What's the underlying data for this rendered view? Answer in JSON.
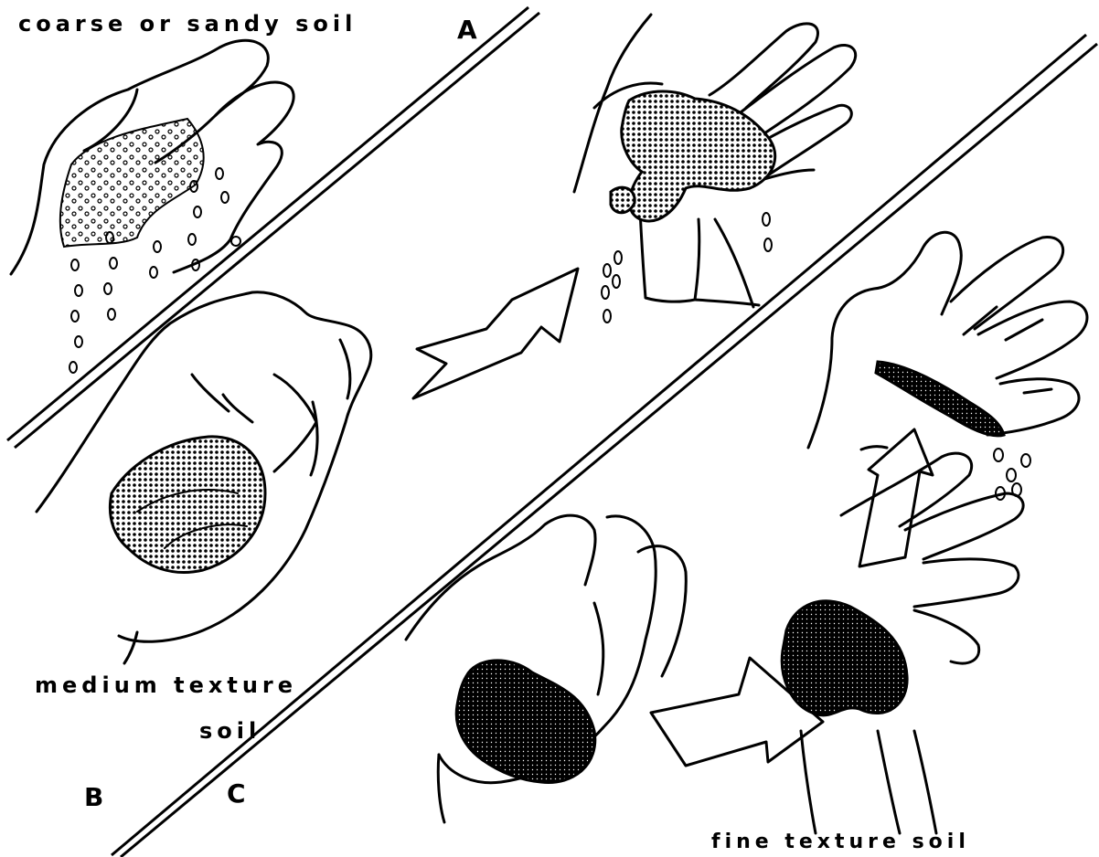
{
  "labels": {
    "coarse": "coarse or sandy soil",
    "a": "A",
    "medium_1": "medium texture",
    "medium_2": "soil",
    "b": "B",
    "c": "C",
    "fine": "fine texture soil"
  }
}
